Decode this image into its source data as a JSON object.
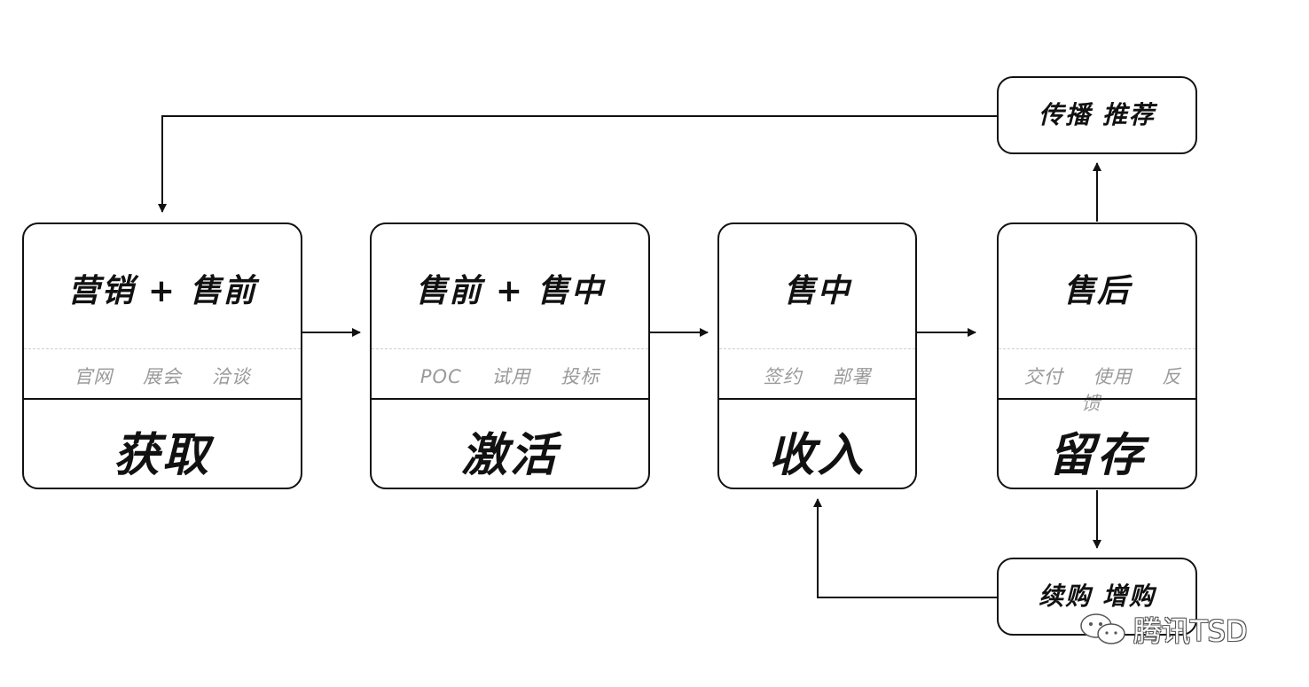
{
  "stages": [
    {
      "header": "营销 + 售前",
      "tags": [
        "官网",
        "展会",
        "洽谈"
      ],
      "name": "获取"
    },
    {
      "header": "售前 + 售中",
      "tags": [
        "POC",
        "试用",
        "投标"
      ],
      "name": "激活"
    },
    {
      "header": "售中",
      "tags": [
        "签约",
        "部署"
      ],
      "name": "收入"
    },
    {
      "header": "售后",
      "tags": [
        "交付",
        "使用",
        "反馈"
      ],
      "name": "留存"
    }
  ],
  "loops": {
    "refer": "传播 推荐",
    "renew": "续购 增购"
  },
  "watermark": {
    "text": "腾讯TSD",
    "icon": "wechat-icon"
  },
  "colors": {
    "stroke": "#111111",
    "tag_text": "#9a9a9a",
    "divider": "#cfcfcf"
  }
}
